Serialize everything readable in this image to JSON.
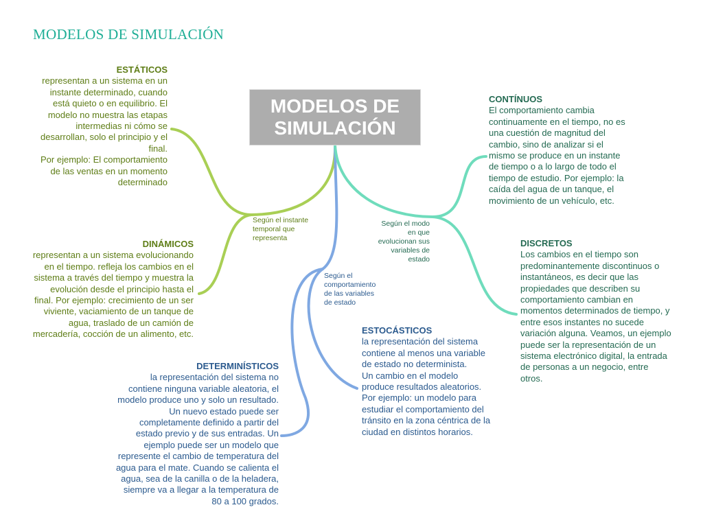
{
  "page_title": "MODELOS DE SIMULACIÓN",
  "central": {
    "line1": "MODELOS DE",
    "line2": "SIMULACIÓN"
  },
  "colors": {
    "green": "#a9cf55",
    "blue": "#7fa8e2",
    "teal": "#6fdcbc",
    "central_bg": "#adadad",
    "title": "#1fae96"
  },
  "branches": {
    "temporal": {
      "label": [
        "Según el instante",
        "temporal que",
        "representa"
      ],
      "children": {
        "estaticos": {
          "heading": "ESTÁTICOS",
          "lines": [
            "representan a un sistema en un",
            "instante determinado, cuando",
            "está quieto o en equilibrio. El",
            "modelo no muestra las etapas",
            "intermedias ni cómo se",
            "desarrollan, solo el principio y el",
            "final.",
            "Por ejemplo: El comportamiento",
            "de las ventas en un momento",
            "determinado"
          ]
        },
        "dinamicos": {
          "heading": "DINÁMICOS",
          "lines": [
            "representan a un sistema evolucionando",
            "en el tiempo. refleja los cambios en el",
            "sistema a través del tiempo y muestra la",
            "evolución desde el principio hasta el",
            "final. Por ejemplo: crecimiento de un ser",
            "viviente, vaciamiento de un tanque de",
            "agua, traslado de un camión de",
            "mercadería, cocción de un alimento, etc."
          ]
        }
      }
    },
    "comportamiento": {
      "label": [
        "Según el",
        "comportamiento",
        "de las variables",
        "de estado"
      ],
      "children": {
        "deterministicos": {
          "heading": "DETERMINÍSTICOS",
          "lines": [
            "la representación del sistema no",
            "contiene ninguna variable aleatoria, el",
            "modelo produce uno y solo un resultado.",
            "Un nuevo estado puede ser",
            "completamente definido a partir del",
            "estado previo y de sus entradas. Un",
            "ejemplo puede ser un modelo que",
            "represente el cambio de temperatura del",
            "agua para el mate. Cuando se calienta el",
            "agua, sea de la canilla o de la heladera,",
            "siempre va a llegar a la temperatura de",
            "80 a 100 grados."
          ]
        },
        "estocasticos": {
          "heading": "ESTOCÁSTICOS",
          "lines": [
            "la representación del sistema",
            "contiene al menos una variable",
            "de estado no determinista.",
            "Un cambio en el modelo",
            "produce resultados aleatorios.",
            "Por ejemplo: un modelo para",
            "estudiar el comportamiento del",
            "tránsito en la zona céntrica de la",
            "ciudad en distintos horarios."
          ]
        }
      }
    },
    "modo": {
      "label": [
        "Según el modo",
        "en que",
        "evolucionan sus",
        "variables de",
        "estado"
      ],
      "children": {
        "continuos": {
          "heading": "CONTÍNUOS",
          "lines": [
            "El comportamiento cambia",
            "continuamente en el tiempo, no es",
            "una cuestión de magnitud del",
            "cambio, sino de analizar si el",
            "mismo se produce en un instante",
            "de tiempo o a lo largo de todo el",
            "tiempo de estudio. Por ejemplo: la",
            "caída del agua de un tanque, el",
            "movimiento de un vehículo, etc."
          ]
        },
        "discretos": {
          "heading": "DISCRETOS",
          "lines": [
            "Los cambios en el tiempo son",
            "predominantemente discontinuos o",
            "instantáneos, es decir que las",
            "propiedades que describen su",
            "comportamiento cambian en",
            "momentos determinados de tiempo, y",
            "entre esos instantes no sucede",
            "variación alguna. Veamos, un ejemplo",
            "puede ser la representación de un",
            "sistema electrónico digital, la entrada",
            "de personas a un negocio, entre",
            "otros."
          ]
        }
      }
    }
  }
}
